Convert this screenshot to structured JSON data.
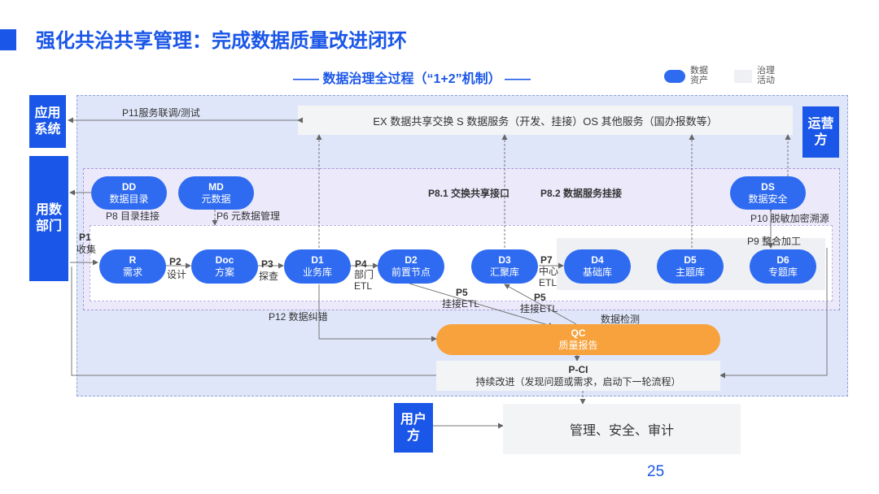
{
  "header": {
    "title": "强化共治共享管理：完成数据质量改进闭环",
    "subtitle": "—— 数据治理全过程（“1+2”机制） ——"
  },
  "legend": {
    "asset_label": "数据\n资产",
    "activity_label": "治理\n活动",
    "asset_color": "#2f6bf0",
    "activity_color": "#eef0f3"
  },
  "sides": {
    "app": "应用\n系统",
    "dept": "用数\n部门",
    "ops": "运营\n方",
    "user": "用户\n方"
  },
  "services_box": "EX 数据共享交换 S 数据服务（开发、挂接）OS 其他服务（国办报数等）",
  "nodes": {
    "dd": {
      "code": "DD",
      "name": "数据目录"
    },
    "md": {
      "code": "MD",
      "name": "元数据"
    },
    "ds": {
      "code": "DS",
      "name": "数据安全"
    },
    "r": {
      "code": "R",
      "name": "需求"
    },
    "doc": {
      "code": "Doc",
      "name": "方案"
    },
    "d1": {
      "code": "D1",
      "name": "业务库"
    },
    "d2": {
      "code": "D2",
      "name": "前置节点"
    },
    "d3": {
      "code": "D3",
      "name": "汇聚库"
    },
    "d4": {
      "code": "D4",
      "name": "基础库"
    },
    "d5": {
      "code": "D5",
      "name": "主题库"
    },
    "d6": {
      "code": "D6",
      "name": "专题库"
    },
    "qc": {
      "code": "QC",
      "name": "质量报告"
    }
  },
  "labels": {
    "p11": "P11服务联调/测试",
    "p81": "P8.1  交换共享接口",
    "p82": "P8.2  数据服务挂接",
    "p8": "P8 目录挂接",
    "p6": "P6 元数据管理",
    "p10": "P10 脱敏加密溯源",
    "p9": "P9 整合加工",
    "p1_code": "P1",
    "p1_text": "收集",
    "p2_code": "P2",
    "p2_text": "设计",
    "p3_code": "P3",
    "p3_text": "探查",
    "p4_code": "P4",
    "p4_text": "部门\nETL",
    "p7_code": "P7",
    "p7_text": "中心\nETL",
    "p5a_code": "P5",
    "p5a_text": "挂接ETL",
    "p5b_code": "P5",
    "p5b_text": "挂接ETL",
    "p12": "P12  数据纠错",
    "detect": "数据检测"
  },
  "pci": {
    "code": "P-CI",
    "text": "持续改进（发现问题或需求，启动下一轮流程）"
  },
  "mgmt": "管理、安全、审计",
  "page_number": "25",
  "colors": {
    "brand": "#1a56e8",
    "node": "#2f6bf0",
    "qc": "#f7a23c"
  }
}
